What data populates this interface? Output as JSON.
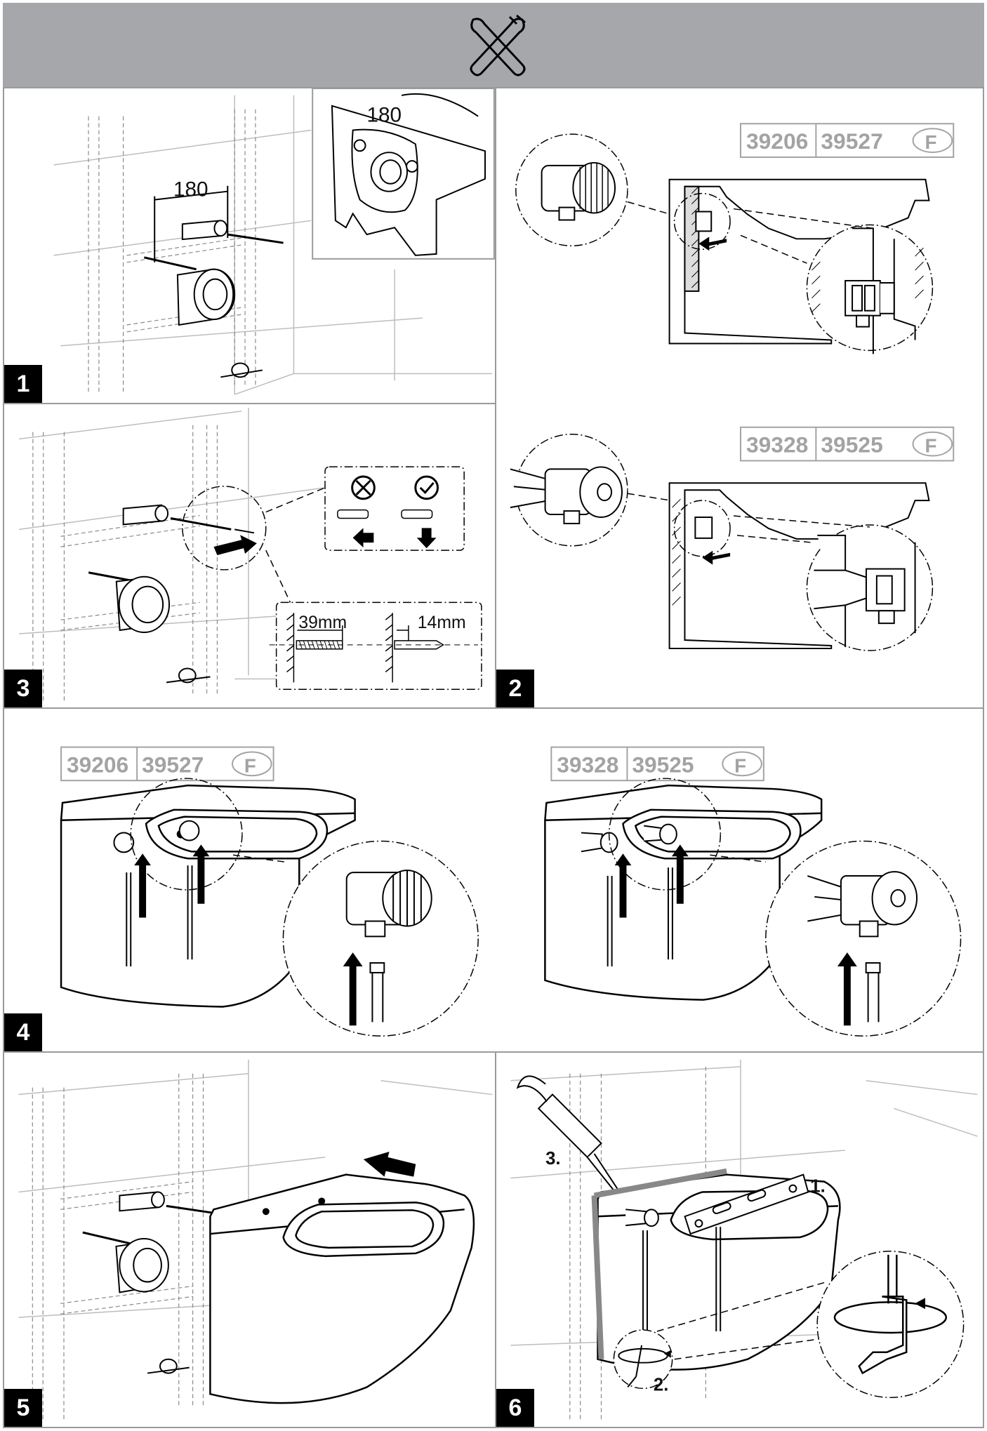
{
  "header": {
    "icon": "wrench-cross-icon"
  },
  "steps": {
    "s1": {
      "number": "1",
      "dim_wall": "180",
      "dim_inset": "180"
    },
    "s2": {
      "number": "2",
      "variant_a": {
        "code1": "39206",
        "code2": "39527",
        "code3": "F"
      },
      "variant_b": {
        "code1": "39328",
        "code2": "39525",
        "code3": "F"
      }
    },
    "s3": {
      "number": "3",
      "dim_left": "39mm",
      "dim_right": "14mm"
    },
    "s4": {
      "number": "4",
      "variant_a": {
        "code1": "39206",
        "code2": "39527",
        "code3": "F"
      },
      "variant_b": {
        "code1": "39328",
        "code2": "39525",
        "code3": "F"
      }
    },
    "s5": {
      "number": "5"
    },
    "s6": {
      "number": "6",
      "label1": "1.",
      "label2": "2.",
      "label3": "3."
    }
  },
  "colors": {
    "header": "#a6a7aa",
    "border": "#9a9a9a",
    "model_text": "#a3a3a3"
  }
}
